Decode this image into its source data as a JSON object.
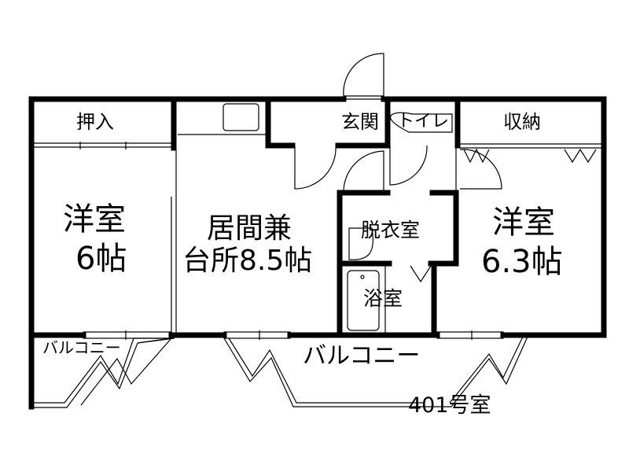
{
  "floorplan": {
    "unit_label": "401号室",
    "rooms": {
      "oshiire": "押入",
      "western_left_name": "洋室",
      "western_left_size": "6帖",
      "living_name": "居間兼",
      "living_size": "台所8.5帖",
      "entrance": "玄関",
      "toilet": "トイレ",
      "storage": "収納",
      "western_right_name": "洋室",
      "western_right_size": "6.3帖",
      "dressing": "脱衣室",
      "bath": "浴室",
      "balcony_small": "バルコニー",
      "balcony_large": "バルコニー"
    }
  }
}
